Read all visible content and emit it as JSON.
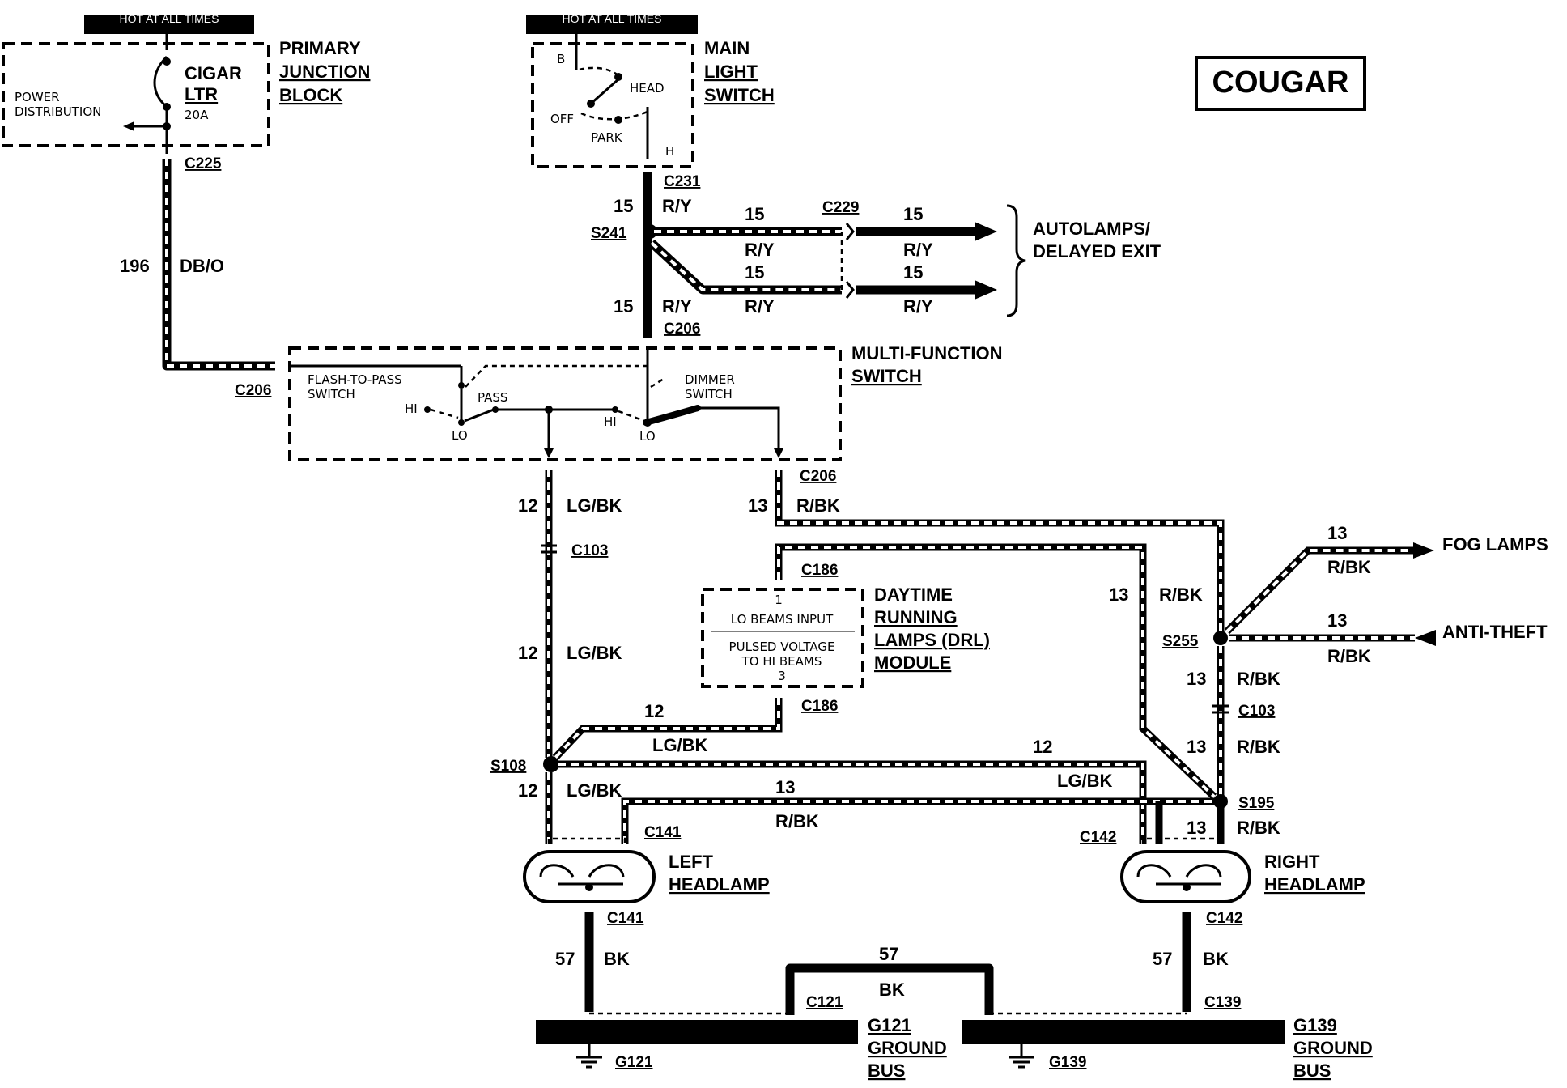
{
  "title": "COUGAR",
  "hot_label": "HOT AT ALL TIMES",
  "primary_junction_block": {
    "name": [
      "PRIMARY",
      "JUNCTION",
      "BLOCK"
    ],
    "fuse_name": [
      "CIGAR",
      "LTR"
    ],
    "fuse_rating": "20A",
    "power_label": [
      "POWER",
      "DISTRIBUTION"
    ]
  },
  "main_light_switch": {
    "name": [
      "MAIN",
      "LIGHT",
      "SWITCH"
    ],
    "terminals": {
      "b": "B",
      "head": "HEAD",
      "off": "OFF",
      "park": "PARK",
      "h": "H"
    }
  },
  "autolamps": [
    "AUTOLAMPS/",
    "DELAYED EXIT"
  ],
  "multi_function_switch": {
    "name": [
      "MULTI-FUNCTION",
      "SWITCH"
    ],
    "flash_to_pass": [
      "FLASH-TO-PASS",
      "SWITCH"
    ],
    "dimmer": [
      "DIMMER",
      "SWITCH"
    ],
    "pass": "PASS",
    "hi": "HI",
    "lo": "LO"
  },
  "drl_module": {
    "name": [
      "DAYTIME",
      "RUNNING",
      "LAMPS (DRL)",
      "MODULE"
    ],
    "pin1": "1",
    "pin1_label": "LO BEAMS INPUT",
    "pin3_label": [
      "PULSED VOLTAGE",
      "TO HI BEAMS"
    ],
    "pin3": "3"
  },
  "fog_lamps": "FOG LAMPS",
  "anti_theft": "ANTI-THEFT",
  "left_headlamp": [
    "LEFT",
    "HEADLAMP"
  ],
  "right_headlamp": [
    "RIGHT",
    "HEADLAMP"
  ],
  "g121_bus": [
    "G121",
    "GROUND",
    "BUS"
  ],
  "g139_bus": [
    "G139",
    "GROUND",
    "BUS"
  ],
  "connectors": {
    "c225": "C225",
    "c231": "C231",
    "c229": "C229",
    "s241": "S241",
    "c206": "C206",
    "c103": "C103",
    "c186": "C186",
    "s255": "S255",
    "s108": "S108",
    "s195": "S195",
    "c141": "C141",
    "c142": "C142",
    "c121": "C121",
    "c139": "C139",
    "g121": "G121",
    "g139": "G139"
  },
  "circuits": {
    "c196": "196",
    "c15": "15",
    "c12": "12",
    "c13": "13",
    "c57": "57"
  },
  "colors": {
    "db_o": "DB/O",
    "r_y": "R/Y",
    "lg_bk": "LG/BK",
    "r_bk": "R/BK",
    "bk": "BK"
  }
}
